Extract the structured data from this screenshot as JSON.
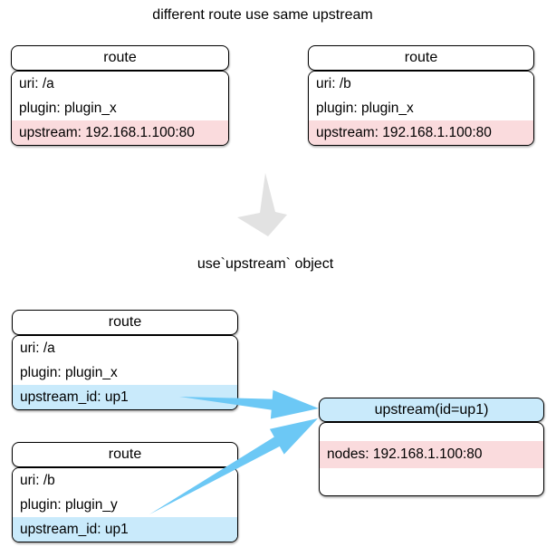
{
  "title": "different route use same upstream",
  "transform_label": "use`upstream` object",
  "colors": {
    "highlight_pink": "#fadbdd",
    "highlight_blue": "#c9eafb",
    "arrow_blue": "#6cc8f5",
    "arrow_gray": "#e2e2e2",
    "border": "#000000"
  },
  "top_left_route": {
    "header": "route",
    "rows": [
      {
        "text": "uri: /a"
      },
      {
        "text": "plugin: plugin_x"
      },
      {
        "text": "upstream: 192.168.1.100:80",
        "highlight": "pink"
      }
    ]
  },
  "top_right_route": {
    "header": "route",
    "rows": [
      {
        "text": "uri: /b"
      },
      {
        "text": "plugin: plugin_x"
      },
      {
        "text": "upstream: 192.168.1.100:80",
        "highlight": "pink"
      }
    ]
  },
  "bottom_route_a": {
    "header": "route",
    "rows": [
      {
        "text": "uri: /a"
      },
      {
        "text": "plugin: plugin_x"
      },
      {
        "text": "upstream_id: up1",
        "highlight": "blue"
      }
    ]
  },
  "bottom_route_b": {
    "header": "route",
    "rows": [
      {
        "text": "uri: /b"
      },
      {
        "text": "plugin: plugin_y"
      },
      {
        "text": "upstream_id: up1",
        "highlight": "blue"
      }
    ]
  },
  "upstream_object": {
    "header": "upstream(id=up1)",
    "row": "nodes: 192.168.1.100:80"
  }
}
